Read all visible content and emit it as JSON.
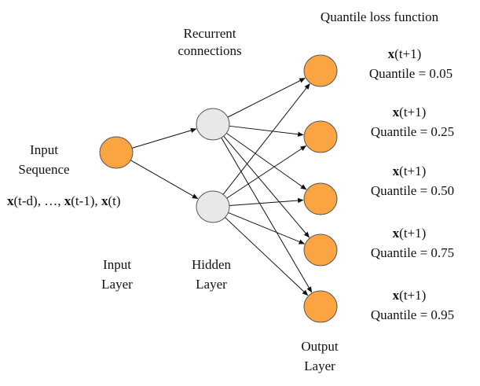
{
  "titles": {
    "recurrent_line1": "Recurrent",
    "recurrent_line2": "connections",
    "loss_function": "Quantile loss function"
  },
  "input": {
    "label_line1": "Input",
    "label_line2": "Sequence",
    "sequence": {
      "x1": "x",
      "t1": "(t-d), …, ",
      "x2": "x",
      "t2": "(t-1),  ",
      "x3": "x",
      "t3": "(t)"
    }
  },
  "layers": {
    "input_line1": "Input",
    "input_line2": "Layer",
    "hidden_line1": "Hidden",
    "hidden_line2": "Layer",
    "output_line1": "Output",
    "output_line2": "Layer"
  },
  "outputs": [
    {
      "var": "x",
      "time": "(t+1)",
      "quantile": "Quantile = 0.05"
    },
    {
      "var": "x",
      "time": "(t+1)",
      "quantile": "Quantile = 0.25"
    },
    {
      "var": "x",
      "time": "(t+1)",
      "quantile": "Quantile = 0.50"
    },
    {
      "var": "x",
      "time": "(t+1)",
      "quantile": "Quantile = 0.75"
    },
    {
      "var": "x",
      "time": "(t+1)",
      "quantile": "Quantile = 0.95"
    }
  ],
  "colors": {
    "input_node": "#FBA542",
    "hidden_node": "#E8E8E8",
    "output_node": "#FBA542",
    "node_stroke": "#555555",
    "edge": "#111111"
  }
}
